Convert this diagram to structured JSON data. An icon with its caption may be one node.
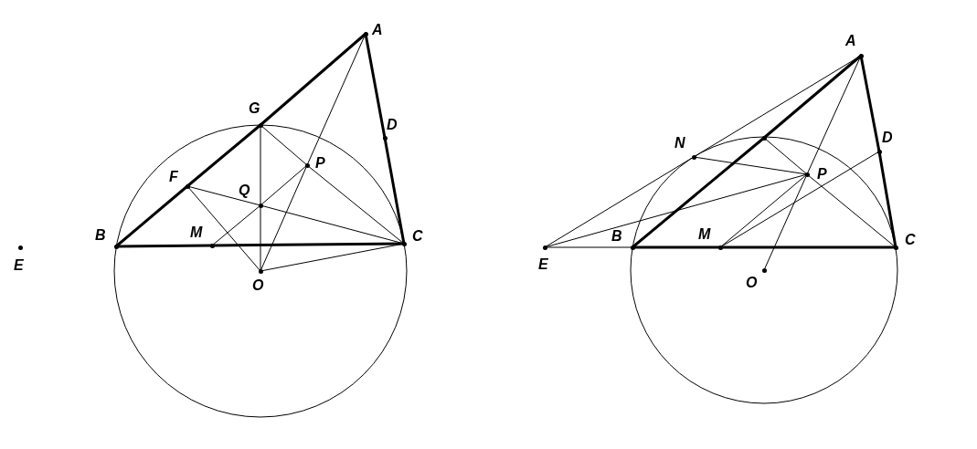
{
  "diagram": {
    "nodes": [
      {
        "text": [
          "A"
        ]
      },
      {
        "text": [
          "G"
        ]
      },
      {
        "text": [
          "D"
        ]
      },
      {
        "text": [
          "P"
        ]
      },
      {
        "text": [
          "F"
        ]
      },
      {
        "text": [
          "Q"
        ]
      },
      {
        "text": [
          "B"
        ]
      },
      {
        "text": [
          "M"
        ]
      },
      {
        "text": [
          "C"
        ]
      },
      {
        "text": [
          "E"
        ]
      },
      {
        "text": [
          "O"
        ]
      },
      {
        "text": [
          "A"
        ]
      },
      {
        "text": [
          "N"
        ]
      },
      {
        "text": [],
        "shape": "circle"
      },
      {
        "text": [
          "D"
        ]
      },
      {
        "text": [
          "P"
        ]
      },
      {
        "text": [
          "B"
        ]
      },
      {
        "text": [
          "M"
        ]
      },
      {
        "text": [
          "C"
        ]
      },
      {
        "text": [
          "E"
        ]
      },
      {
        "text": [
          "O"
        ]
      }
    ],
    "edges": [
      {
        "from": 6,
        "to": 4,
        "arrow": "none",
        "style": "thick"
      },
      {
        "from": 4,
        "to": 1,
        "arrow": "none",
        "style": "thick"
      },
      {
        "from": 1,
        "to": 0,
        "arrow": "none",
        "style": "thick"
      },
      {
        "from": 0,
        "to": 2,
        "arrow": "none",
        "style": "thick"
      },
      {
        "from": 2,
        "to": 8,
        "arrow": "none",
        "style": "thick"
      },
      {
        "from": 6,
        "to": 7,
        "arrow": "none",
        "style": "thick"
      },
      {
        "from": 7,
        "to": 8,
        "arrow": "none",
        "style": "thick"
      },
      {
        "from": 1,
        "to": 5,
        "arrow": "none"
      },
      {
        "from": 5,
        "to": 10,
        "arrow": "none"
      },
      {
        "from": 1,
        "to": 3,
        "arrow": "none"
      },
      {
        "from": 3,
        "to": 8,
        "arrow": "none"
      },
      {
        "from": 4,
        "to": 5,
        "arrow": "none"
      },
      {
        "from": 5,
        "to": 8,
        "arrow": "none"
      },
      {
        "from": 4,
        "to": 10,
        "arrow": "none"
      },
      {
        "from": 7,
        "to": 5,
        "arrow": "none"
      },
      {
        "from": 5,
        "to": 3,
        "arrow": "none"
      },
      {
        "from": 0,
        "to": 3,
        "arrow": "none"
      },
      {
        "from": 3,
        "to": 10,
        "arrow": "none"
      },
      {
        "from": 10,
        "to": 8,
        "arrow": "none"
      },
      {
        "from": 16,
        "to": 13,
        "arrow": "none",
        "style": "thick"
      },
      {
        "from": 13,
        "to": 11,
        "arrow": "none",
        "style": "thick"
      },
      {
        "from": 11,
        "to": 14,
        "arrow": "none",
        "style": "thick"
      },
      {
        "from": 14,
        "to": 18,
        "arrow": "none",
        "style": "thick"
      },
      {
        "from": 16,
        "to": 17,
        "arrow": "none",
        "style": "thick"
      },
      {
        "from": 17,
        "to": 18,
        "arrow": "none",
        "style": "thick"
      },
      {
        "from": 19,
        "to": 16,
        "arrow": "none"
      },
      {
        "from": 19,
        "to": 12,
        "arrow": "none"
      },
      {
        "from": 12,
        "to": 11,
        "arrow": "none"
      },
      {
        "from": 19,
        "to": 15,
        "arrow": "none"
      },
      {
        "from": 12,
        "to": 15,
        "arrow": "none"
      },
      {
        "from": 13,
        "to": 15,
        "arrow": "none"
      },
      {
        "from": 15,
        "to": 18,
        "arrow": "none"
      },
      {
        "from": 17,
        "to": 15,
        "arrow": "none"
      },
      {
        "from": 17,
        "to": 14,
        "arrow": "none"
      },
      {
        "from": 11,
        "to": 15,
        "arrow": "none"
      },
      {
        "from": 15,
        "to": 20,
        "arrow": "none"
      }
    ]
  }
}
